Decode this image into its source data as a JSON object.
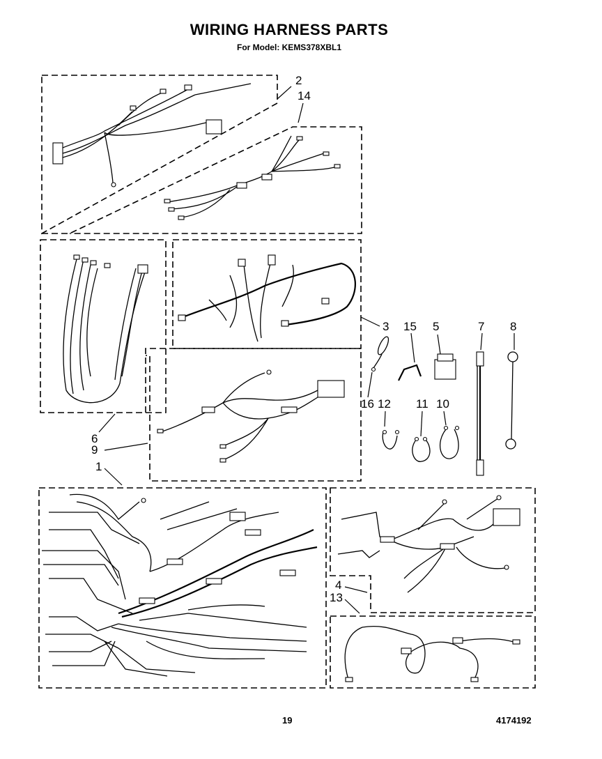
{
  "header": {
    "title": "WIRING HARNESS PARTS",
    "subtitle": "For Model: KEMS378XBL1"
  },
  "callouts": {
    "c1": "1",
    "c2": "2",
    "c3": "3",
    "c4": "4",
    "c5": "5",
    "c6": "6",
    "c7": "7",
    "c8": "8",
    "c9": "9",
    "c10": "10",
    "c11": "11",
    "c12": "12",
    "c13": "13",
    "c14": "14",
    "c15": "15",
    "c16": "16"
  },
  "footer": {
    "page_number": "19",
    "doc_number": "4174192"
  }
}
